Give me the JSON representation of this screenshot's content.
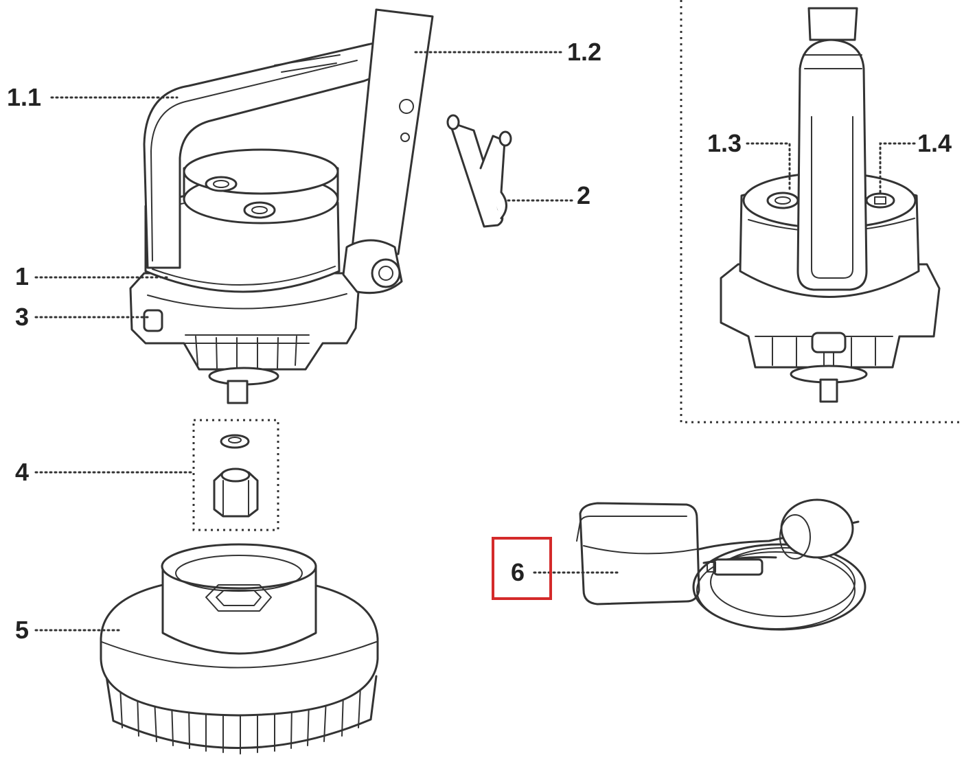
{
  "callouts": [
    {
      "id": "1.1",
      "text": "1.1"
    },
    {
      "id": "1.2",
      "text": "1.2"
    },
    {
      "id": "2",
      "text": "2"
    },
    {
      "id": "1",
      "text": "1"
    },
    {
      "id": "3",
      "text": "3"
    },
    {
      "id": "1.3",
      "text": "1.3"
    },
    {
      "id": "1.4",
      "text": "1.4"
    },
    {
      "id": "4",
      "text": "4"
    },
    {
      "id": "5",
      "text": "5"
    },
    {
      "id": "6",
      "text": "6"
    }
  ],
  "highlight": {
    "target": "6",
    "color": "#d42a2a"
  },
  "colors": {
    "line": "#333333",
    "label": "#222222",
    "background": "#ffffff"
  }
}
